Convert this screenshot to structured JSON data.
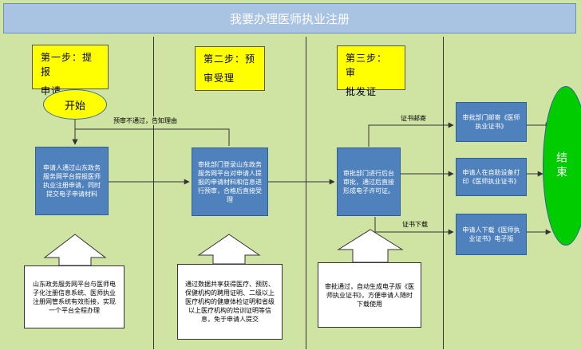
{
  "title": "我要办理医师执业注册",
  "steps": [
    {
      "line1": "第一步：提报",
      "line2": "申请"
    },
    {
      "line1": "第二步：预",
      "line2": "审受理"
    },
    {
      "line1": "第三步：审",
      "line2": "批发证"
    }
  ],
  "start_label": "开始",
  "end_label": "结束",
  "boxes": {
    "apply": "申请人通过山东政务服务网平台提报医师执业注册申请，同时提交电子申请材料",
    "preview": "审批部门登录山东政务服务网平台对申请人提报的申请材料和信息进行预审，合格后直接受理",
    "approve": "审批部门进行后台审批，通过后直接形成电子许可证。",
    "mail": "审批部门邮寄《医师执业证书》",
    "selfprint": "申请人在自助设备打印《医师执业证书》",
    "download": "申请人下载《医师执业证书》电子版"
  },
  "notes": {
    "step1": "山东政务服务网平台与医师电子化注册信息系统、医师执业注册网管系统有效衔接，实现一个平台全程办理",
    "step2": "通过数据共享获得医疗、预防、保健机构的聘用证明、二级以上医疗机构的健康体检证明和省级以上医疗机构的培训证明等信息，免于申请人提交",
    "step3": "审批通过，自动生成电子版《医师执业证书》，方便申请人随时下载使用"
  },
  "labels": {
    "return": "预审不通过，告知理由",
    "mail": "证书邮寄",
    "download": "证书下载"
  }
}
